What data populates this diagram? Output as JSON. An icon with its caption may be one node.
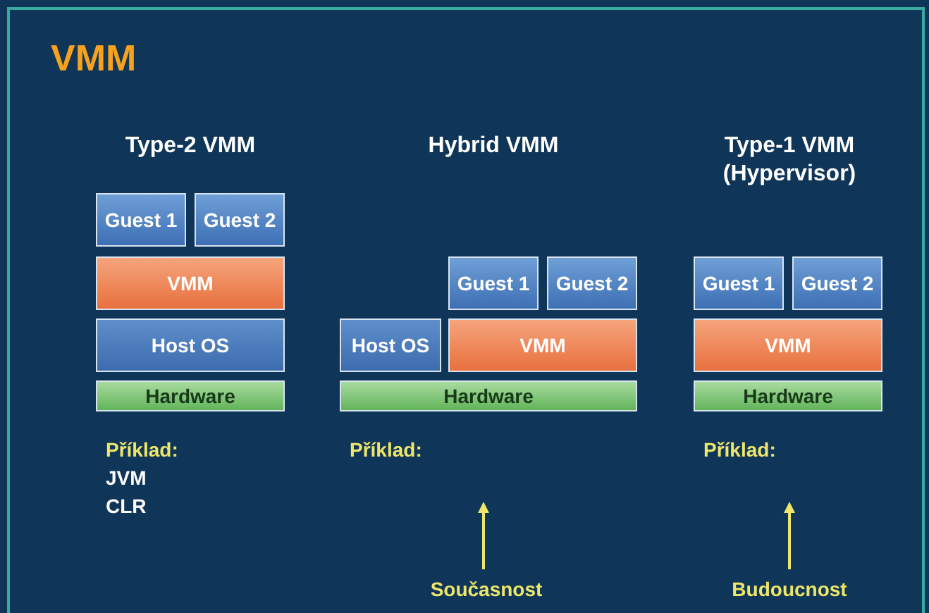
{
  "diagram": {
    "title": "VMM",
    "nodes": [
      {
        "text": [
          "Guest 1"
        ]
      },
      {
        "text": [
          "Guest 2"
        ]
      },
      {
        "text": [
          "VMM"
        ]
      },
      {
        "text": [
          "Host OS"
        ]
      },
      {
        "text": [
          "Hardware"
        ]
      },
      {
        "text": [
          "Guest 1"
        ]
      },
      {
        "text": [
          "Guest 2"
        ]
      },
      {
        "text": [
          "Host OS"
        ]
      },
      {
        "text": [
          "VMM"
        ]
      },
      {
        "text": [
          "Hardware"
        ]
      },
      {
        "text": [
          "Guest 1"
        ]
      },
      {
        "text": [
          "Guest 2"
        ]
      },
      {
        "text": [
          "VMM"
        ]
      },
      {
        "text": [
          "Hardware"
        ]
      },
      {
        "text": [
          "Současnost"
        ]
      },
      {
        "text": [
          "Budoucnost"
        ]
      }
    ],
    "edges": [
      {
        "from": 14,
        "to": null,
        "arrow": "to"
      },
      {
        "from": 15,
        "to": null,
        "arrow": "to"
      }
    ],
    "labels": [
      "Type-2 VMM",
      "Hybrid VMM",
      "Type-1 VMM (Hypervisor)",
      "Příklad:",
      "JVM",
      "CLR",
      "Příklad:",
      "Příklad:"
    ]
  }
}
